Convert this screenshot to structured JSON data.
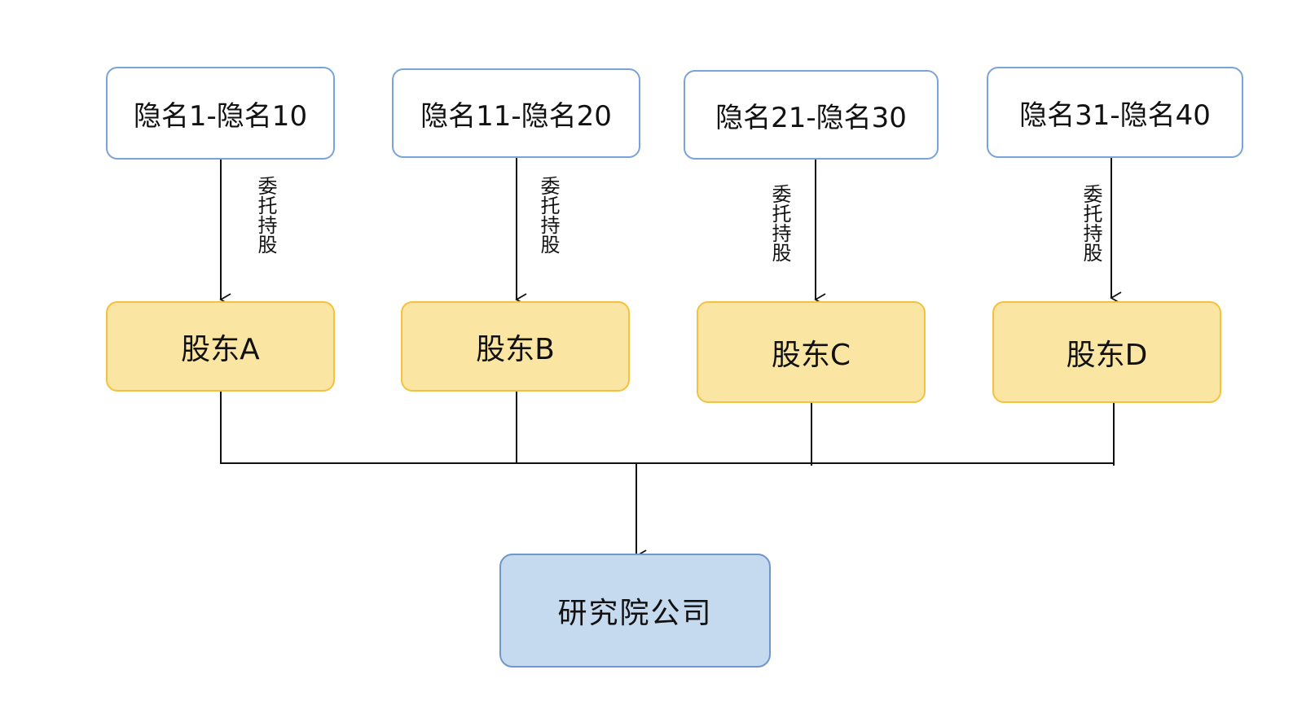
{
  "anonymous_groups": [
    {
      "label": "隐名1-隐名10"
    },
    {
      "label": "隐名11-隐名20"
    },
    {
      "label": "隐名21-隐名30"
    },
    {
      "label": "隐名31-隐名40"
    }
  ],
  "shareholders": [
    {
      "label": "股东A"
    },
    {
      "label": "股东B"
    },
    {
      "label": "股东C"
    },
    {
      "label": "股东D"
    }
  ],
  "edge_labels": [
    {
      "text": "委托持股"
    },
    {
      "text": "委托持股"
    },
    {
      "text": "委托持股"
    },
    {
      "text": "委托持股"
    }
  ],
  "company": {
    "label": "研究院公司"
  },
  "colors": {
    "anon_border": "#7aa3d9",
    "holder_fill": "#fbe5a3",
    "holder_border": "#f3c143",
    "company_fill": "#c5d9ef",
    "company_border": "#6f97c9",
    "line": "#111111"
  }
}
